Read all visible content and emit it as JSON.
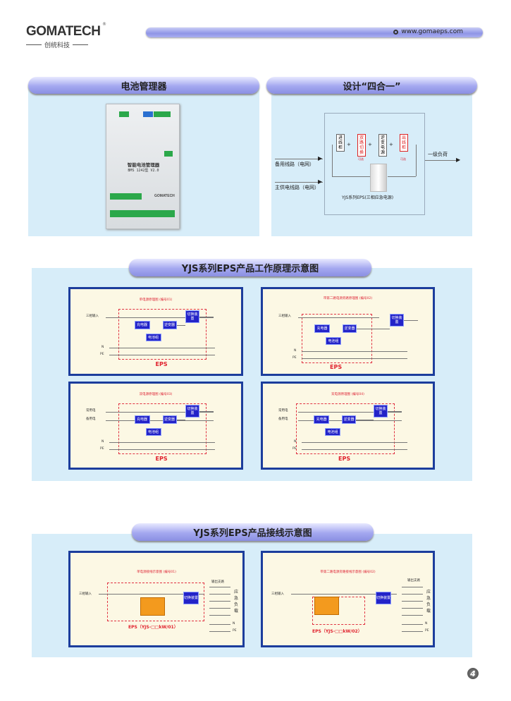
{
  "header": {
    "brand": "GOMATECH",
    "registered": "®",
    "brand_cn": "创统科技",
    "website": "www.gomaeps.com",
    "website_icon": "globe-icon"
  },
  "section1": {
    "left_title": "电池管理器",
    "device": {
      "name": "智能电池管理器",
      "model": "BMS 1242型 V2.0",
      "logo": "GOMATECH"
    },
    "right_title": "设计“四合一”",
    "four_in_one": {
      "modules": [
        "进线柜",
        "双路切换",
        "逆变电源",
        "出线柜"
      ],
      "module_notes": [
        "",
        "可选",
        "",
        "可选"
      ],
      "plus": "+",
      "input_backup": "备用线路（电网）",
      "input_main": "主供电线路（电网）",
      "output": "一级负荷",
      "cabinet_caption": "YJS系列EPS(三相应急电源)"
    }
  },
  "section2": {
    "title": "YJS系列EPS产品工作原理示意图",
    "diagrams": [
      {
        "title": "单电源原理图 (编号01)",
        "inputs": [
          "三相输入"
        ],
        "charger": "充电器",
        "inverter": "逆变器",
        "battery": "电池组",
        "switch": "切换装置",
        "n": "N",
        "pe": "PE",
        "eps": "EPS"
      },
      {
        "title": "带第二路电源旁路原理图 (编号02)",
        "inputs": [
          "三相输入"
        ],
        "charger": "充电器",
        "inverter": "逆变器",
        "battery": "电池组",
        "switch": "切换装置",
        "n": "N",
        "pe": "PE",
        "eps": "EPS"
      },
      {
        "title": "双电源原理图 (编号03)",
        "inputs": [
          "常用电",
          "备用电"
        ],
        "charger": "充电器",
        "inverter": "逆变器",
        "battery": "电池组",
        "switch": "切换装置",
        "n": "N",
        "pe": "PE",
        "eps": "EPS"
      },
      {
        "title": "双电源原理图 (编号04)",
        "inputs": [
          "常用电",
          "备用电"
        ],
        "charger": "充电器",
        "inverter": "逆变器",
        "battery": "电池组",
        "switch": "切换装置",
        "n": "N",
        "pe": "PE",
        "eps": "EPS"
      }
    ]
  },
  "section3": {
    "title": "YJS系列EPS产品接线示意图",
    "diagrams": [
      {
        "title": "单电源接线示意图 (编号01)",
        "input": "三相输入",
        "switch": "切换装置",
        "branch": "输出支路",
        "load": [
          "应",
          "急",
          "负",
          "载"
        ],
        "n": "N",
        "pe": "PE",
        "eps": "EPS（YJS-□□kW/01）"
      },
      {
        "title": "带第二路电源旁路接线示意图 (编号02)",
        "input": "三相输入",
        "switch": "切换装置",
        "branch": "输出支路",
        "load": [
          "应",
          "急",
          "负",
          "载"
        ],
        "n": "N",
        "pe": "PE",
        "eps": "EPS（YJS-□□kW/02）"
      }
    ]
  },
  "page_number": "4"
}
